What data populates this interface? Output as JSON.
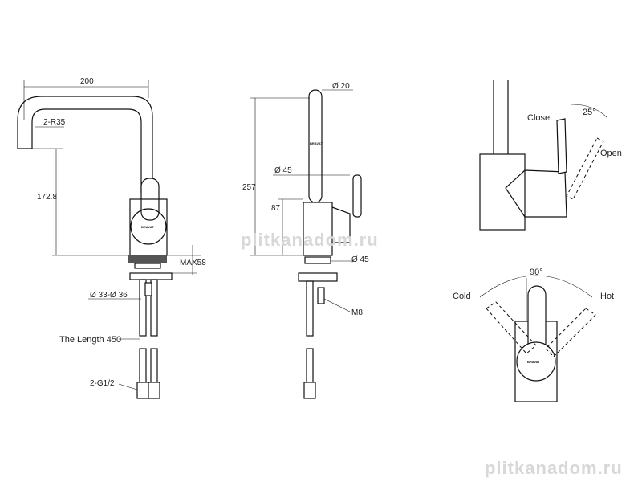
{
  "front_view": {
    "width_200": "200",
    "radius": "2-R35",
    "height_1728": "172.8",
    "max58": "MAX58",
    "diam_33_36": "Ø 33-Ø 36",
    "length_label": "The Length 450",
    "thread": "2-G1/2"
  },
  "side_view": {
    "diam20": "Ø 20",
    "diam45_top": "Ø 45",
    "height257": "257",
    "height87": "87",
    "diam45_bottom": "Ø 45",
    "m8": "M8"
  },
  "lever_side": {
    "close": "Close",
    "angle25": "25°",
    "open": "Open"
  },
  "lever_top": {
    "angle90": "90°",
    "cold": "Cold",
    "hot": "Hot"
  },
  "brand_mark": "BRAVAT",
  "watermark": {
    "center": "plitkanadom.ru",
    "corner": "plitkanadom.ru"
  }
}
